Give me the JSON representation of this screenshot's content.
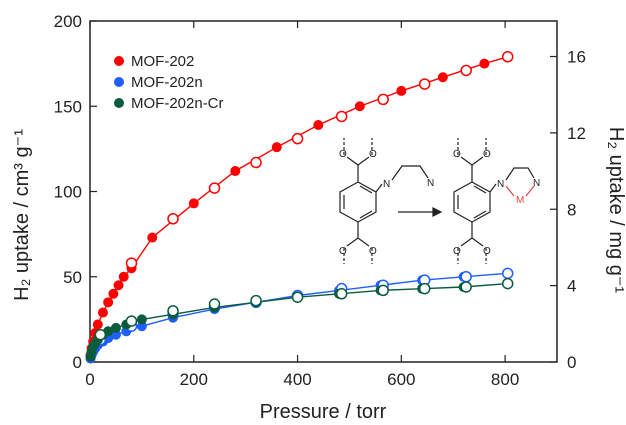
{
  "chart_data": {
    "type": "scatter",
    "xlabel": "Pressure / torr",
    "ylabel": "H₂ uptake / cm³ g⁻¹",
    "y2label": "H₂ uptake / mg g⁻¹",
    "xlim": [
      0,
      900
    ],
    "ylim": [
      0,
      200
    ],
    "y2lim": [
      0,
      17.86
    ],
    "xticks": [
      0,
      200,
      400,
      600,
      800
    ],
    "yticks": [
      0,
      50,
      100,
      150,
      200
    ],
    "y2ticks": [
      0,
      4,
      8,
      12,
      16
    ],
    "legend_position": "top-left",
    "grid": false,
    "series": [
      {
        "name": "MOF-202",
        "color": "#ff0000",
        "adsorption": {
          "x": [
            1,
            3,
            6,
            10,
            15,
            25,
            35,
            45,
            55,
            65,
            80,
            120,
            200,
            280,
            360,
            440,
            520,
            600,
            680,
            760,
            805
          ],
          "y": [
            4,
            8,
            12,
            17,
            22,
            29,
            35,
            40,
            45,
            50,
            55,
            73,
            93,
            112,
            126,
            139,
            150,
            159,
            167,
            175,
            179
          ]
        },
        "desorption": {
          "x": [
            805,
            725,
            645,
            565,
            485,
            400,
            320,
            240,
            160,
            80
          ],
          "y": [
            179,
            171,
            163,
            154,
            144,
            131,
            117,
            102,
            84,
            58
          ]
        }
      },
      {
        "name": "MOF-202n",
        "color": "#1f5fff",
        "adsorption": {
          "x": [
            1,
            3,
            6,
            10,
            15,
            25,
            35,
            50,
            70,
            100,
            160,
            240,
            320,
            400,
            480,
            560,
            640,
            720,
            805
          ],
          "y": [
            2,
            4,
            6,
            8,
            10,
            12,
            14,
            16,
            18,
            21,
            26,
            31,
            35,
            39,
            42,
            45,
            48,
            50,
            52
          ]
        },
        "desorption": {
          "x": [
            805,
            725,
            645,
            565,
            485,
            400,
            320,
            240,
            160,
            80,
            20
          ],
          "y": [
            52,
            50,
            48,
            45,
            43,
            39,
            35,
            32,
            28,
            21,
            13
          ]
        }
      },
      {
        "name": "MOF-202n-Cr",
        "color": "#0b5c3c",
        "adsorption": {
          "x": [
            1,
            3,
            6,
            10,
            15,
            25,
            35,
            50,
            70,
            100,
            160,
            240,
            320,
            400,
            480,
            560,
            640,
            720,
            805
          ],
          "y": [
            3,
            6,
            9,
            11,
            13,
            16,
            18,
            20,
            22,
            25,
            28,
            32,
            35,
            38,
            40,
            42,
            43,
            44,
            46
          ]
        },
        "desorption": {
          "x": [
            805,
            725,
            645,
            565,
            485,
            400,
            320,
            240,
            160,
            80,
            20
          ],
          "y": [
            46,
            44,
            43,
            42,
            40,
            38,
            36,
            34,
            30,
            24,
            16
          ]
        }
      }
    ]
  },
  "inset": {
    "n_label_1": "N",
    "n_label_2": "N",
    "n_label_3": "N",
    "n_label_4": "N",
    "metal_label": "M",
    "o_label": "O"
  }
}
